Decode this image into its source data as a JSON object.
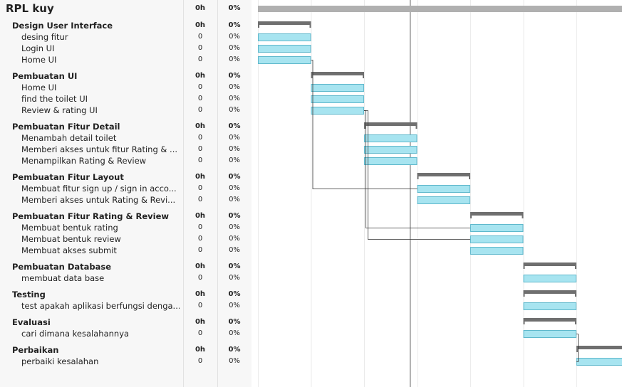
{
  "project": {
    "name": "RPL kuy",
    "work": "0h",
    "percent": "0%"
  },
  "groups": [
    {
      "name": "Design User Interface",
      "work": "0h",
      "percent": "0%",
      "tasks": [
        {
          "name": "desing fitur",
          "work": "0",
          "percent": "0%"
        },
        {
          "name": "Login UI",
          "work": "0",
          "percent": "0%"
        },
        {
          "name": "Home UI",
          "work": "0",
          "percent": "0%"
        }
      ]
    },
    {
      "name": "Pembuatan UI",
      "work": "0h",
      "percent": "0%",
      "tasks": [
        {
          "name": "Home UI",
          "work": "0",
          "percent": "0%"
        },
        {
          "name": "find the toilet UI",
          "work": "0",
          "percent": "0%"
        },
        {
          "name": "Review & rating UI",
          "work": "0",
          "percent": "0%"
        }
      ]
    },
    {
      "name": "Pembuatan Fitur Detail",
      "work": "0h",
      "percent": "0%",
      "tasks": [
        {
          "name": "Menambah detail toilet",
          "work": "0",
          "percent": "0%"
        },
        {
          "name": "Memberi akses untuk fitur Rating & ...",
          "work": "0",
          "percent": "0%"
        },
        {
          "name": "Menampilkan Rating & Review",
          "work": "0",
          "percent": "0%"
        }
      ]
    },
    {
      "name": "Pembuatan Fitur Layout",
      "work": "0h",
      "percent": "0%",
      "tasks": [
        {
          "name": "Membuat fitur sign up / sign in acco...",
          "work": "0",
          "percent": "0%"
        },
        {
          "name": "Memberi akses untuk Rating & Revi...",
          "work": "0",
          "percent": "0%"
        }
      ]
    },
    {
      "name": "Pembuatan Fitur Rating & Review",
      "work": "0h",
      "percent": "0%",
      "tasks": [
        {
          "name": "Membuat bentuk rating",
          "work": "0",
          "percent": "0%"
        },
        {
          "name": "Membuat bentuk review",
          "work": "0",
          "percent": "0%"
        },
        {
          "name": "Membuat akses submit",
          "work": "0",
          "percent": "0%"
        }
      ]
    },
    {
      "name": "Pembuatan Database",
      "work": "0h",
      "percent": "0%",
      "tasks": [
        {
          "name": "membuat data base",
          "work": "0",
          "percent": "0%"
        }
      ]
    },
    {
      "name": "Testing",
      "work": "0h",
      "percent": "0%",
      "tasks": [
        {
          "name": "test apakah aplikasi berfungsi denga...",
          "work": "0",
          "percent": "0%"
        }
      ]
    },
    {
      "name": "Evaluasi",
      "work": "0h",
      "percent": "0%",
      "tasks": [
        {
          "name": "cari dimana kesalahannya",
          "work": "0",
          "percent": "0%"
        }
      ]
    },
    {
      "name": "Perbaikan",
      "work": "0h",
      "percent": "0%",
      "tasks": [
        {
          "name": "perbaiki kesalahan",
          "work": "0",
          "percent": "0%"
        }
      ]
    }
  ],
  "schedule": {
    "groups": [
      {
        "start": 0,
        "end": 1,
        "tasks": [
          [
            0,
            1
          ],
          [
            0,
            1
          ],
          [
            0,
            1
          ]
        ]
      },
      {
        "start": 1,
        "end": 2,
        "tasks": [
          [
            1,
            2
          ],
          [
            1,
            2
          ],
          [
            1,
            2
          ]
        ]
      },
      {
        "start": 2,
        "end": 3,
        "tasks": [
          [
            2,
            3
          ],
          [
            2,
            3
          ],
          [
            2,
            3
          ]
        ]
      },
      {
        "start": 3,
        "end": 4,
        "tasks": [
          [
            3,
            4
          ],
          [
            3,
            4
          ]
        ]
      },
      {
        "start": 4,
        "end": 5,
        "tasks": [
          [
            4,
            5
          ],
          [
            4,
            5
          ],
          [
            4,
            5
          ]
        ]
      },
      {
        "start": 5,
        "end": 6,
        "tasks": [
          [
            5,
            6
          ]
        ]
      },
      {
        "start": 5,
        "end": 6,
        "tasks": [
          [
            5,
            6
          ]
        ]
      },
      {
        "start": 5,
        "end": 6,
        "tasks": [
          [
            5,
            6
          ]
        ]
      },
      {
        "start": 6,
        "end": 7,
        "tasks": [
          [
            6,
            7
          ]
        ]
      }
    ],
    "dependencies": [
      {
        "from": [
          0,
          2
        ],
        "to": [
          3,
          0
        ]
      },
      {
        "from": [
          1,
          2
        ],
        "to": [
          4,
          0
        ]
      },
      {
        "from": [
          1,
          2
        ],
        "to": [
          4,
          1
        ]
      },
      {
        "from": [
          7,
          0
        ],
        "to": [
          8,
          0
        ]
      }
    ],
    "today": 2.87
  },
  "colors": {
    "task_bar": "#a7e4f0",
    "task_bar_border": "#5fb8cc",
    "summary_bar": "#6f6f6f",
    "project_bar": "#b0b0b0",
    "grid_line": "#ebebeb",
    "today_line": "#555555",
    "dependency_line": "#333333"
  }
}
